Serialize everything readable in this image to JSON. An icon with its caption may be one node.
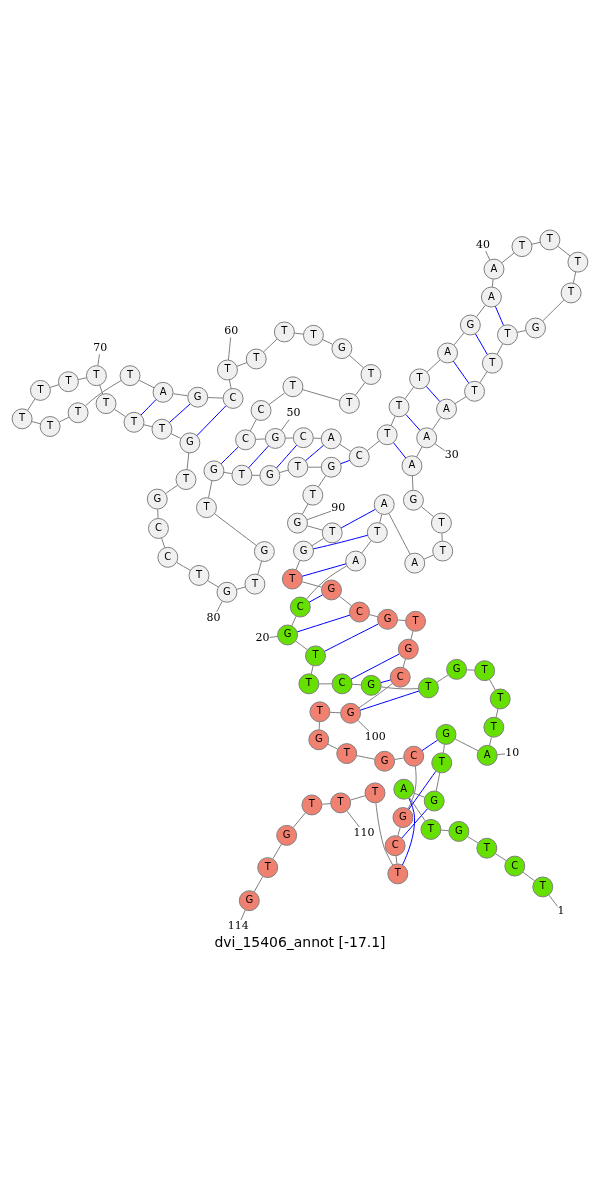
{
  "diagram": {
    "title": "dvi_15406_annot [-17.1]",
    "nodes": [
      {
        "text": [
          "T"
        ]
      },
      {
        "text": [
          "C"
        ]
      },
      {
        "text": [
          "T"
        ]
      },
      {
        "text": [
          "G"
        ]
      },
      {
        "text": [
          "T"
        ]
      },
      {
        "text": [
          "A"
        ]
      },
      {
        "text": [
          "G"
        ]
      },
      {
        "text": [
          "T"
        ]
      },
      {
        "text": [
          "G"
        ]
      },
      {
        "text": [
          "A"
        ]
      },
      {
        "text": [
          "T"
        ]
      },
      {
        "text": [
          "T"
        ]
      },
      {
        "text": [
          "T"
        ]
      },
      {
        "text": [
          "G"
        ]
      },
      {
        "text": [
          "T"
        ]
      },
      {
        "text": [
          "G"
        ]
      },
      {
        "text": [
          "C"
        ]
      },
      {
        "text": [
          "T"
        ]
      },
      {
        "text": [
          "T"
        ]
      },
      {
        "text": [
          "G"
        ]
      },
      {
        "text": [
          "C"
        ]
      },
      {
        "text": [
          "A"
        ]
      },
      {
        "text": [
          "T"
        ]
      },
      {
        "text": [
          "A"
        ]
      },
      {
        "text": [
          "A"
        ]
      },
      {
        "text": [
          "T"
        ]
      },
      {
        "text": [
          "T"
        ]
      },
      {
        "text": [
          "G"
        ]
      },
      {
        "text": [
          "A"
        ]
      },
      {
        "text": [
          "A"
        ]
      },
      {
        "text": [
          "A"
        ]
      },
      {
        "text": [
          "T"
        ]
      },
      {
        "text": [
          "T"
        ]
      },
      {
        "text": [
          "T"
        ]
      },
      {
        "text": [
          "G"
        ]
      },
      {
        "text": [
          "T"
        ]
      },
      {
        "text": [
          "T"
        ]
      },
      {
        "text": [
          "T"
        ]
      },
      {
        "text": [
          "T"
        ]
      },
      {
        "text": [
          "A"
        ]
      },
      {
        "text": [
          "A"
        ]
      },
      {
        "text": [
          "G"
        ]
      },
      {
        "text": [
          "A"
        ]
      },
      {
        "text": [
          "T"
        ]
      },
      {
        "text": [
          "T"
        ]
      },
      {
        "text": [
          "T"
        ]
      },
      {
        "text": [
          "C"
        ]
      },
      {
        "text": [
          "A"
        ]
      },
      {
        "text": [
          "C"
        ]
      },
      {
        "text": [
          "G"
        ]
      },
      {
        "text": [
          "C"
        ]
      },
      {
        "text": [
          "C"
        ]
      },
      {
        "text": [
          "T"
        ]
      },
      {
        "text": [
          "T"
        ]
      },
      {
        "text": [
          "T"
        ]
      },
      {
        "text": [
          "G"
        ]
      },
      {
        "text": [
          "T"
        ]
      },
      {
        "text": [
          "T"
        ]
      },
      {
        "text": [
          "T"
        ]
      },
      {
        "text": [
          "T"
        ]
      },
      {
        "text": [
          "C"
        ]
      },
      {
        "text": [
          "G"
        ]
      },
      {
        "text": [
          "A"
        ]
      },
      {
        "text": [
          "T"
        ]
      },
      {
        "text": [
          "T"
        ]
      },
      {
        "text": [
          "T"
        ]
      },
      {
        "text": [
          "T"
        ]
      },
      {
        "text": [
          "T"
        ]
      },
      {
        "text": [
          "T"
        ]
      },
      {
        "text": [
          "T"
        ]
      },
      {
        "text": [
          "T"
        ]
      },
      {
        "text": [
          "T"
        ]
      },
      {
        "text": [
          "T"
        ]
      },
      {
        "text": [
          "G"
        ]
      },
      {
        "text": [
          "T"
        ]
      },
      {
        "text": [
          "G"
        ]
      },
      {
        "text": [
          "C"
        ]
      },
      {
        "text": [
          "C"
        ]
      },
      {
        "text": [
          "T"
        ]
      },
      {
        "text": [
          "G"
        ]
      },
      {
        "text": [
          "T"
        ]
      },
      {
        "text": [
          "G"
        ]
      },
      {
        "text": [
          "T"
        ]
      },
      {
        "text": [
          "G"
        ]
      },
      {
        "text": [
          "T"
        ]
      },
      {
        "text": [
          "G"
        ]
      },
      {
        "text": [
          "T"
        ]
      },
      {
        "text": [
          "G"
        ]
      },
      {
        "text": [
          "T"
        ]
      },
      {
        "text": [
          "G"
        ]
      },
      {
        "text": [
          "T"
        ]
      },
      {
        "text": [
          "G"
        ]
      },
      {
        "text": [
          "T"
        ]
      },
      {
        "text": [
          "G"
        ]
      },
      {
        "text": [
          "C"
        ]
      },
      {
        "text": [
          "G"
        ]
      },
      {
        "text": [
          "T"
        ]
      },
      {
        "text": [
          "G"
        ]
      },
      {
        "text": [
          "C"
        ]
      },
      {
        "text": [
          "G"
        ]
      },
      {
        "text": [
          "T"
        ]
      },
      {
        "text": [
          "G"
        ]
      },
      {
        "text": [
          "T"
        ]
      },
      {
        "text": [
          "G"
        ]
      },
      {
        "text": [
          "C"
        ]
      },
      {
        "text": [
          "G"
        ]
      },
      {
        "text": [
          "C"
        ]
      },
      {
        "text": [
          "T"
        ]
      },
      {
        "text": [
          "T"
        ]
      },
      {
        "text": [
          "T"
        ]
      },
      {
        "text": [
          "T"
        ]
      },
      {
        "text": [
          "G"
        ]
      },
      {
        "text": [
          "T"
        ]
      },
      {
        "text": [
          "G"
        ]
      },
      {
        "text": [
          "1"
        ]
      },
      {
        "text": [
          "10"
        ]
      },
      {
        "text": [
          "20"
        ]
      },
      {
        "text": [
          "30"
        ]
      },
      {
        "text": [
          "40"
        ]
      },
      {
        "text": [
          "50"
        ]
      },
      {
        "text": [
          "60"
        ]
      },
      {
        "text": [
          "70"
        ]
      },
      {
        "text": [
          "80"
        ]
      },
      {
        "text": [
          "90"
        ]
      },
      {
        "text": [
          "100"
        ]
      },
      {
        "text": [
          "110"
        ]
      },
      {
        "text": [
          "114"
        ]
      }
    ],
    "edges": [
      {
        "from": 0,
        "to": 1,
        "arrow": "none"
      },
      {
        "from": 1,
        "to": 2,
        "arrow": "none"
      },
      {
        "from": 2,
        "to": 3,
        "arrow": "none"
      },
      {
        "from": 3,
        "to": 4,
        "arrow": "none"
      },
      {
        "from": 4,
        "to": 5,
        "arrow": "none"
      },
      {
        "from": 5,
        "to": 6,
        "arrow": "none"
      },
      {
        "from": 6,
        "to": 7,
        "arrow": "none"
      },
      {
        "from": 7,
        "to": 8,
        "arrow": "none"
      },
      {
        "from": 8,
        "to": 9,
        "arrow": "none"
      },
      {
        "from": 9,
        "to": 10,
        "arrow": "none"
      },
      {
        "from": 10,
        "to": 11,
        "arrow": "none"
      },
      {
        "from": 11,
        "to": 12,
        "arrow": "none"
      },
      {
        "from": 12,
        "to": 13,
        "arrow": "none"
      },
      {
        "from": 13,
        "to": 14,
        "arrow": "none"
      },
      {
        "from": 14,
        "to": 15,
        "arrow": "none"
      },
      {
        "from": 15,
        "to": 16,
        "arrow": "none"
      },
      {
        "from": 16,
        "to": 17,
        "arrow": "none"
      },
      {
        "from": 17,
        "to": 18,
        "arrow": "none"
      },
      {
        "from": 18,
        "to": 19,
        "arrow": "none"
      },
      {
        "from": 19,
        "to": 20,
        "arrow": "none"
      },
      {
        "from": 20,
        "to": 21,
        "arrow": "none"
      },
      {
        "from": 21,
        "to": 22,
        "arrow": "none"
      },
      {
        "from": 22,
        "to": 23,
        "arrow": "none"
      },
      {
        "from": 23,
        "to": 24,
        "arrow": "none"
      },
      {
        "from": 24,
        "to": 25,
        "arrow": "none"
      },
      {
        "from": 25,
        "to": 26,
        "arrow": "none"
      },
      {
        "from": 26,
        "to": 27,
        "arrow": "none"
      },
      {
        "from": 27,
        "to": 28,
        "arrow": "none"
      },
      {
        "from": 28,
        "to": 29,
        "arrow": "none"
      },
      {
        "from": 29,
        "to": 30,
        "arrow": "none"
      },
      {
        "from": 30,
        "to": 31,
        "arrow": "none"
      },
      {
        "from": 31,
        "to": 32,
        "arrow": "none"
      },
      {
        "from": 32,
        "to": 33,
        "arrow": "none"
      },
      {
        "from": 33,
        "to": 34,
        "arrow": "none"
      },
      {
        "from": 34,
        "to": 35,
        "arrow": "none"
      },
      {
        "from": 35,
        "to": 36,
        "arrow": "none"
      },
      {
        "from": 36,
        "to": 37,
        "arrow": "none"
      },
      {
        "from": 37,
        "to": 38,
        "arrow": "none"
      },
      {
        "from": 38,
        "to": 39,
        "arrow": "none"
      },
      {
        "from": 39,
        "to": 40,
        "arrow": "none"
      },
      {
        "from": 40,
        "to": 41,
        "arrow": "none"
      },
      {
        "from": 41,
        "to": 42,
        "arrow": "none"
      },
      {
        "from": 42,
        "to": 43,
        "arrow": "none"
      },
      {
        "from": 43,
        "to": 44,
        "arrow": "none"
      },
      {
        "from": 44,
        "to": 45,
        "arrow": "none"
      },
      {
        "from": 45,
        "to": 46,
        "arrow": "none"
      },
      {
        "from": 46,
        "to": 47,
        "arrow": "none"
      },
      {
        "from": 47,
        "to": 48,
        "arrow": "none"
      },
      {
        "from": 48,
        "to": 49,
        "arrow": "none"
      },
      {
        "from": 49,
        "to": 50,
        "arrow": "none"
      },
      {
        "from": 50,
        "to": 51,
        "arrow": "none"
      },
      {
        "from": 51,
        "to": 52,
        "arrow": "none"
      },
      {
        "from": 52,
        "to": 53,
        "arrow": "none"
      },
      {
        "from": 53,
        "to": 54,
        "arrow": "none"
      },
      {
        "from": 54,
        "to": 55,
        "arrow": "none"
      },
      {
        "from": 55,
        "to": 56,
        "arrow": "none"
      },
      {
        "from": 56,
        "to": 57,
        "arrow": "none"
      },
      {
        "from": 57,
        "to": 58,
        "arrow": "none"
      },
      {
        "from": 58,
        "to": 59,
        "arrow": "none"
      },
      {
        "from": 59,
        "to": 60,
        "arrow": "none"
      },
      {
        "from": 60,
        "to": 61,
        "arrow": "none"
      },
      {
        "from": 61,
        "to": 62,
        "arrow": "none"
      },
      {
        "from": 62,
        "to": 63,
        "arrow": "none"
      },
      {
        "from": 63,
        "to": 64,
        "arrow": "none"
      },
      {
        "from": 64,
        "to": 65,
        "arrow": "none"
      },
      {
        "from": 65,
        "to": 66,
        "arrow": "none"
      },
      {
        "from": 66,
        "to": 67,
        "arrow": "none"
      },
      {
        "from": 67,
        "to": 68,
        "arrow": "none"
      },
      {
        "from": 68,
        "to": 69,
        "arrow": "none"
      },
      {
        "from": 69,
        "to": 70,
        "arrow": "none"
      },
      {
        "from": 70,
        "to": 71,
        "arrow": "none"
      },
      {
        "from": 71,
        "to": 72,
        "arrow": "none"
      },
      {
        "from": 72,
        "to": 73,
        "arrow": "none"
      },
      {
        "from": 73,
        "to": 74,
        "arrow": "none"
      },
      {
        "from": 74,
        "to": 75,
        "arrow": "none"
      },
      {
        "from": 75,
        "to": 76,
        "arrow": "none"
      },
      {
        "from": 76,
        "to": 77,
        "arrow": "none"
      },
      {
        "from": 77,
        "to": 78,
        "arrow": "none"
      },
      {
        "from": 78,
        "to": 79,
        "arrow": "none"
      },
      {
        "from": 79,
        "to": 80,
        "arrow": "none"
      },
      {
        "from": 80,
        "to": 81,
        "arrow": "none"
      },
      {
        "from": 81,
        "to": 82,
        "arrow": "none"
      },
      {
        "from": 82,
        "to": 83,
        "arrow": "none"
      },
      {
        "from": 83,
        "to": 84,
        "arrow": "none"
      },
      {
        "from": 84,
        "to": 85,
        "arrow": "none"
      },
      {
        "from": 85,
        "to": 86,
        "arrow": "none"
      },
      {
        "from": 86,
        "to": 87,
        "arrow": "none"
      },
      {
        "from": 87,
        "to": 88,
        "arrow": "none"
      },
      {
        "from": 88,
        "to": 89,
        "arrow": "none"
      },
      {
        "from": 89,
        "to": 90,
        "arrow": "none"
      },
      {
        "from": 90,
        "to": 91,
        "arrow": "none"
      },
      {
        "from": 91,
        "to": 92,
        "arrow": "none"
      },
      {
        "from": 92,
        "to": 93,
        "arrow": "none"
      },
      {
        "from": 93,
        "to": 94,
        "arrow": "none"
      },
      {
        "from": 94,
        "to": 95,
        "arrow": "none"
      },
      {
        "from": 95,
        "to": 96,
        "arrow": "none"
      },
      {
        "from": 96,
        "to": 97,
        "arrow": "none"
      },
      {
        "from": 97,
        "to": 98,
        "arrow": "none"
      },
      {
        "from": 98,
        "to": 99,
        "arrow": "none"
      },
      {
        "from": 99,
        "to": 100,
        "arrow": "none"
      },
      {
        "from": 100,
        "to": 101,
        "arrow": "none"
      },
      {
        "from": 101,
        "to": 102,
        "arrow": "none"
      },
      {
        "from": 102,
        "to": 103,
        "arrow": "none"
      },
      {
        "from": 103,
        "to": 104,
        "arrow": "none"
      },
      {
        "from": 104,
        "to": 105,
        "arrow": "none"
      },
      {
        "from": 105,
        "to": 106,
        "arrow": "none"
      },
      {
        "from": 106,
        "to": 107,
        "arrow": "none"
      },
      {
        "from": 107,
        "to": 108,
        "arrow": "none"
      },
      {
        "from": 108,
        "to": 109,
        "arrow": "none"
      },
      {
        "from": 109,
        "to": 110,
        "arrow": "none"
      },
      {
        "from": 110,
        "to": 111,
        "arrow": "none"
      },
      {
        "from": 111,
        "to": 112,
        "arrow": "none"
      },
      {
        "from": 112,
        "to": 113,
        "arrow": "none"
      },
      {
        "from": 5,
        "to": 107,
        "arrow": "none",
        "color": "#0000ff"
      },
      {
        "from": 6,
        "to": 106,
        "arrow": "none",
        "color": "#0000ff"
      },
      {
        "from": 7,
        "to": 105,
        "arrow": "none",
        "color": "#0000ff"
      },
      {
        "from": 8,
        "to": 104,
        "arrow": "none",
        "color": "#0000ff"
      },
      {
        "from": 14,
        "to": 99,
        "arrow": "none",
        "color": "#0000ff"
      },
      {
        "from": 15,
        "to": 98,
        "arrow": "none",
        "color": "#0000ff"
      },
      {
        "from": 16,
        "to": 97,
        "arrow": "none",
        "color": "#0000ff"
      },
      {
        "from": 18,
        "to": 95,
        "arrow": "none",
        "color": "#0000ff"
      },
      {
        "from": 19,
        "to": 94,
        "arrow": "none",
        "color": "#0000ff"
      },
      {
        "from": 20,
        "to": 93,
        "arrow": "none",
        "color": "#0000ff"
      },
      {
        "from": 21,
        "to": 92,
        "arrow": "none",
        "color": "#0000ff"
      },
      {
        "from": 22,
        "to": 91,
        "arrow": "none",
        "color": "#0000ff"
      },
      {
        "from": 23,
        "to": 90,
        "arrow": "none",
        "color": "#0000ff"
      },
      {
        "from": 28,
        "to": 45,
        "arrow": "none",
        "color": "#0000ff"
      },
      {
        "from": 29,
        "to": 44,
        "arrow": "none",
        "color": "#0000ff"
      },
      {
        "from": 30,
        "to": 43,
        "arrow": "none",
        "color": "#0000ff"
      },
      {
        "from": 31,
        "to": 42,
        "arrow": "none",
        "color": "#0000ff"
      },
      {
        "from": 32,
        "to": 41,
        "arrow": "none",
        "color": "#0000ff"
      },
      {
        "from": 33,
        "to": 40,
        "arrow": "none",
        "color": "#0000ff"
      },
      {
        "from": 46,
        "to": 87,
        "arrow": "none",
        "color": "#0000ff"
      },
      {
        "from": 47,
        "to": 86,
        "arrow": "none",
        "color": "#0000ff"
      },
      {
        "from": 48,
        "to": 85,
        "arrow": "none",
        "color": "#0000ff"
      },
      {
        "from": 49,
        "to": 84,
        "arrow": "none",
        "color": "#0000ff"
      },
      {
        "from": 50,
        "to": 83,
        "arrow": "none",
        "color": "#0000ff"
      },
      {
        "from": 60,
        "to": 73,
        "arrow": "none",
        "color": "#0000ff"
      },
      {
        "from": 61,
        "to": 72,
        "arrow": "none",
        "color": "#0000ff"
      },
      {
        "from": 62,
        "to": 71,
        "arrow": "none",
        "color": "#0000ff"
      },
      {
        "from": 114,
        "to": 0,
        "arrow": "none"
      },
      {
        "from": 115,
        "to": 9,
        "arrow": "none"
      },
      {
        "from": 116,
        "to": 19,
        "arrow": "none"
      },
      {
        "from": 117,
        "to": 29,
        "arrow": "none"
      },
      {
        "from": 118,
        "to": 39,
        "arrow": "none"
      },
      {
        "from": 119,
        "to": 49,
        "arrow": "none"
      },
      {
        "from": 120,
        "to": 59,
        "arrow": "none"
      },
      {
        "from": 121,
        "to": 69,
        "arrow": "none"
      },
      {
        "from": 122,
        "to": 79,
        "arrow": "none"
      },
      {
        "from": 123,
        "to": 89,
        "arrow": "none"
      },
      {
        "from": 124,
        "to": 99,
        "arrow": "none"
      },
      {
        "from": 125,
        "to": 109,
        "arrow": "none"
      },
      {
        "from": 126,
        "to": 113,
        "arrow": "none"
      }
    ]
  }
}
